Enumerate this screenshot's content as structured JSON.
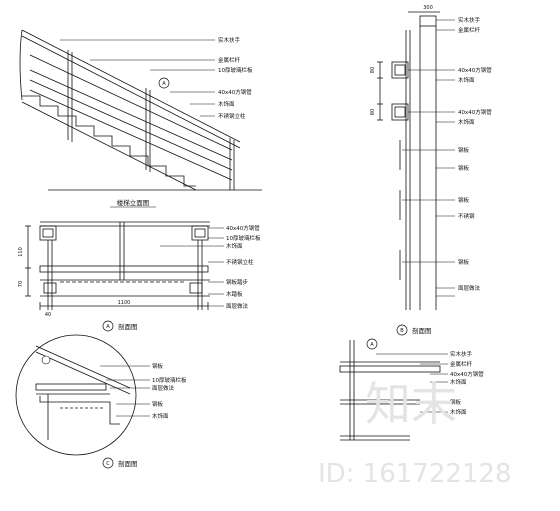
{
  "view_titles": {
    "elevation": "楼梯立面图",
    "section_a": "剖面图",
    "section_b": "剖面图",
    "section_c": "剖面图"
  },
  "markers": {
    "a": "A",
    "b": "B",
    "c": "C",
    "top": "A"
  },
  "dimensions": {
    "rail_width": "300",
    "height": "110",
    "height2": "70",
    "total_width": "1100",
    "post": "80",
    "small": "40"
  },
  "elevation_notes": [
    "实木扶手",
    "金属栏杆",
    "10厚玻璃栏板",
    "40x40方钢管",
    "木饰面",
    "不锈钢立柱"
  ],
  "section_a_notes": [
    "40x40方钢管",
    "10厚玻璃栏板",
    "木饰面",
    "不锈钢立柱",
    "钢板踏步",
    "木踏板",
    "面层做法"
  ],
  "section_b_notes": [
    "实木扶手",
    "金属栏杆",
    "40x40方钢管",
    "木饰面",
    "钢板",
    "木饰面",
    "钢板",
    "钢板",
    "不锈钢",
    "面层做法"
  ],
  "section_c_notes": [
    "钢板",
    "10厚玻璃栏板",
    "面层做法",
    "钢板",
    "木饰面"
  ],
  "detail_notes": [
    "实木扶手",
    "金属栏杆",
    "40x40方钢管",
    "木饰面",
    "钢板",
    "木饰面"
  ],
  "watermark": {
    "logo": "知末",
    "id": "ID: 161722128"
  }
}
